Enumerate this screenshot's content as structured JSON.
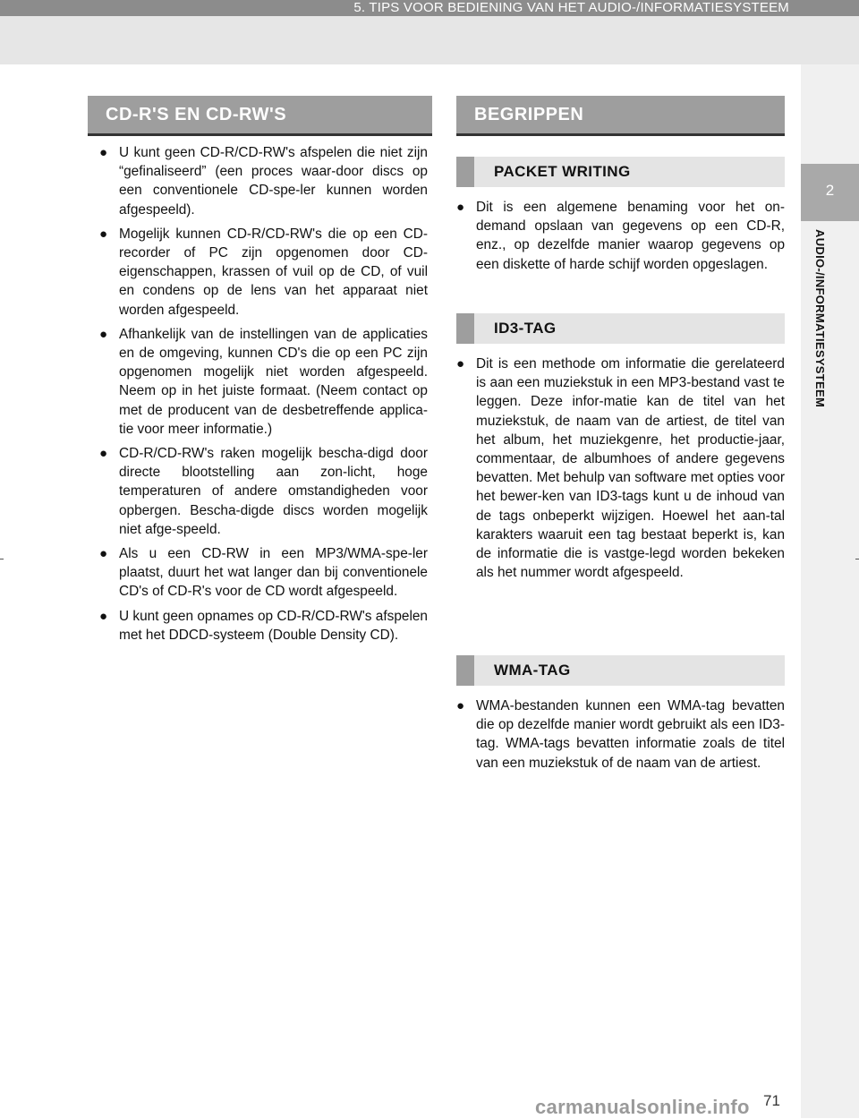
{
  "header": {
    "chapter_title": "5. TIPS VOOR BEDIENING VAN HET AUDIO-/INFORMATIESYSTEEM"
  },
  "side_tab": {
    "number": "2",
    "label": "AUDIO-/INFORMATIESYSTEEM"
  },
  "left_column": {
    "header": "CD-R'S EN CD-RW'S",
    "bullets": [
      "U kunt geen CD-R/CD-RW's afspelen die niet zijn “gefinaliseerd” (een proces waar-door discs op een conventionele CD-spe-ler kunnen worden afgespeeld).",
      "Mogelijk kunnen CD-R/CD-RW's die op een CD-recorder of PC zijn opgenomen door CD-eigenschappen, krassen of vuil op de CD, of vuil en condens op de lens van het apparaat niet worden afgespeeld.",
      "Afhankelijk van de instellingen van de applicaties en de omgeving, kunnen CD's die op een PC zijn opgenomen mogelijk niet worden afgespeeld. Neem op in het juiste formaat. (Neem contact op met de producent van de desbetreffende applica-tie voor meer informatie.)",
      "CD-R/CD-RW's raken mogelijk bescha-digd door directe blootstelling aan zon-licht, hoge temperaturen of andere omstandigheden voor opbergen. Bescha-digde discs worden mogelijk niet afge-speeld.",
      "Als u een CD-RW in een MP3/WMA-spe-ler plaatst, duurt het wat langer dan bij conventionele CD's of CD-R's voor de CD wordt afgespeeld.",
      "U kunt geen opnames op CD-R/CD-RW's afspelen met het DDCD-systeem (Double Density CD)."
    ]
  },
  "right_column": {
    "header": "BEGRIPPEN",
    "subsections": [
      {
        "title": "PACKET WRITING",
        "bullets": [
          "Dit is een algemene benaming voor het on-demand opslaan van gegevens op een CD-R, enz., op dezelfde manier waarop gegevens op een diskette of harde schijf worden opgeslagen."
        ]
      },
      {
        "title": "ID3-TAG",
        "bullets": [
          "Dit is een methode om informatie die gerelateerd is aan een muziekstuk in een MP3-bestand vast te leggen. Deze infor-matie kan de titel van het muziekstuk, de naam van de artiest, de titel van het album, het muziekgenre, het productie-jaar, commentaar, de albumhoes of andere gegevens bevatten. Met behulp van software met opties voor het bewer-ken van ID3-tags kunt u de inhoud van de tags onbeperkt wijzigen. Hoewel het aan-tal karakters waaruit een tag bestaat beperkt is, kan de informatie die is vastge-legd worden bekeken als het nummer wordt afgespeeld."
        ]
      },
      {
        "title": "WMA-TAG",
        "bullets": [
          "WMA-bestanden kunnen een WMA-tag bevatten die op dezelfde manier wordt gebruikt als een ID3-tag. WMA-tags bevatten informatie zoals de titel van een muziekstuk of de naam van de artiest."
        ]
      }
    ]
  },
  "bullet_glyph": "●",
  "footer": {
    "page_number": "71",
    "watermark": "carmanualsonline.info"
  }
}
